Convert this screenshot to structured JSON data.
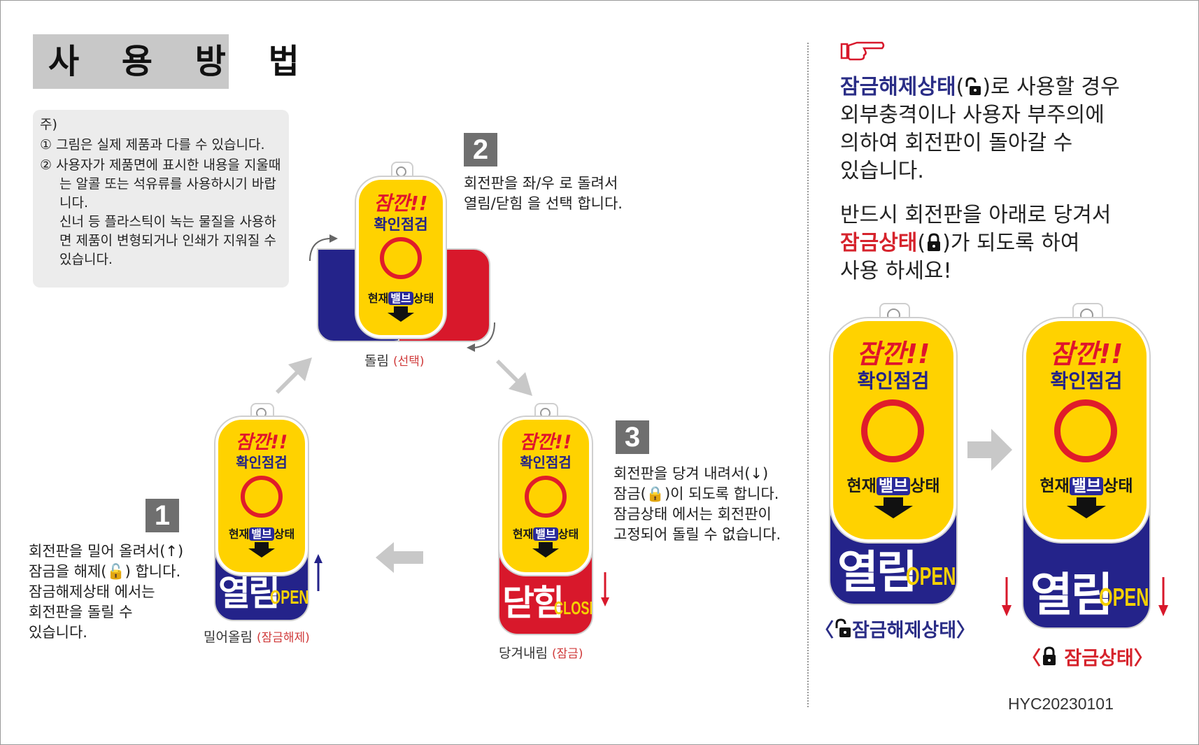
{
  "title": "사 용 방 법",
  "note": {
    "heading": "주)",
    "item1": "① 그림은 실제 제품과 다를 수 있습니다.",
    "item2_line1": "② 사용자가 제품면에 표시한 내용을 지울때는 알콜 또는 석유류를 사용하시기 바랍니다.",
    "item2_line2": "신너 등 플라스틱이 녹는 물질을 사용하면 제품이 변형되거나 인쇄가 지워질 수 있습니다."
  },
  "step1": {
    "number": "1",
    "lines": [
      "회전판을 밀어 올려서(↑)",
      "잠금을 해제(🔓) 합니다.",
      "잠금해제상태 에서는",
      "회전판을 돌릴 수",
      "있습니다."
    ],
    "caption_main": "밀어올림",
    "caption_sub": "(잠금해제)"
  },
  "step2": {
    "number": "2",
    "lines": [
      "회전판을 좌/우 로 돌려서",
      "열림/닫힘 을 선택 합니다."
    ],
    "caption_main": "돌림",
    "caption_sub": "(선택)"
  },
  "step3": {
    "number": "3",
    "lines": [
      "회전판을 당겨 내려서(↓)",
      "잠금(🔒)이 되도록 합니다.",
      "잠금상태 에서는 회전판이",
      "고정되어 돌릴 수 없습니다."
    ],
    "caption_main": "당겨내림",
    "caption_sub": "(잠금)"
  },
  "tag": {
    "line1": "잠깐!!",
    "line2": "확인점검",
    "line3_a": "현재",
    "line3_pill": "밸브",
    "line3_b": "상태",
    "open_ko": "열림",
    "open_en": "OPEN",
    "closed_ko": "닫힘",
    "closed_en": "CLOSED"
  },
  "right": {
    "para1": {
      "highlight": "잠금해제상태",
      "after_icon": ")로 사용할 경우",
      "lines": [
        "외부충격이나 사용자 부주의에",
        "의하여 회전판이 돌아갈 수",
        "있습니다."
      ]
    },
    "para2": {
      "line1": "반드시 회전판을 아래로 당겨서",
      "highlight": "잠금상태",
      "after_icon": ")가 되도록 하여",
      "line3": "사용 하세요!"
    },
    "caption_unlock": "잠금해제상태",
    "caption_lock": "잠금상태"
  },
  "doc_code": "HYC20230101",
  "colors": {
    "navy": "#24238a",
    "red": "#d8182b",
    "yellow": "#ffd200",
    "gray_arrow": "#c8c8c8"
  }
}
